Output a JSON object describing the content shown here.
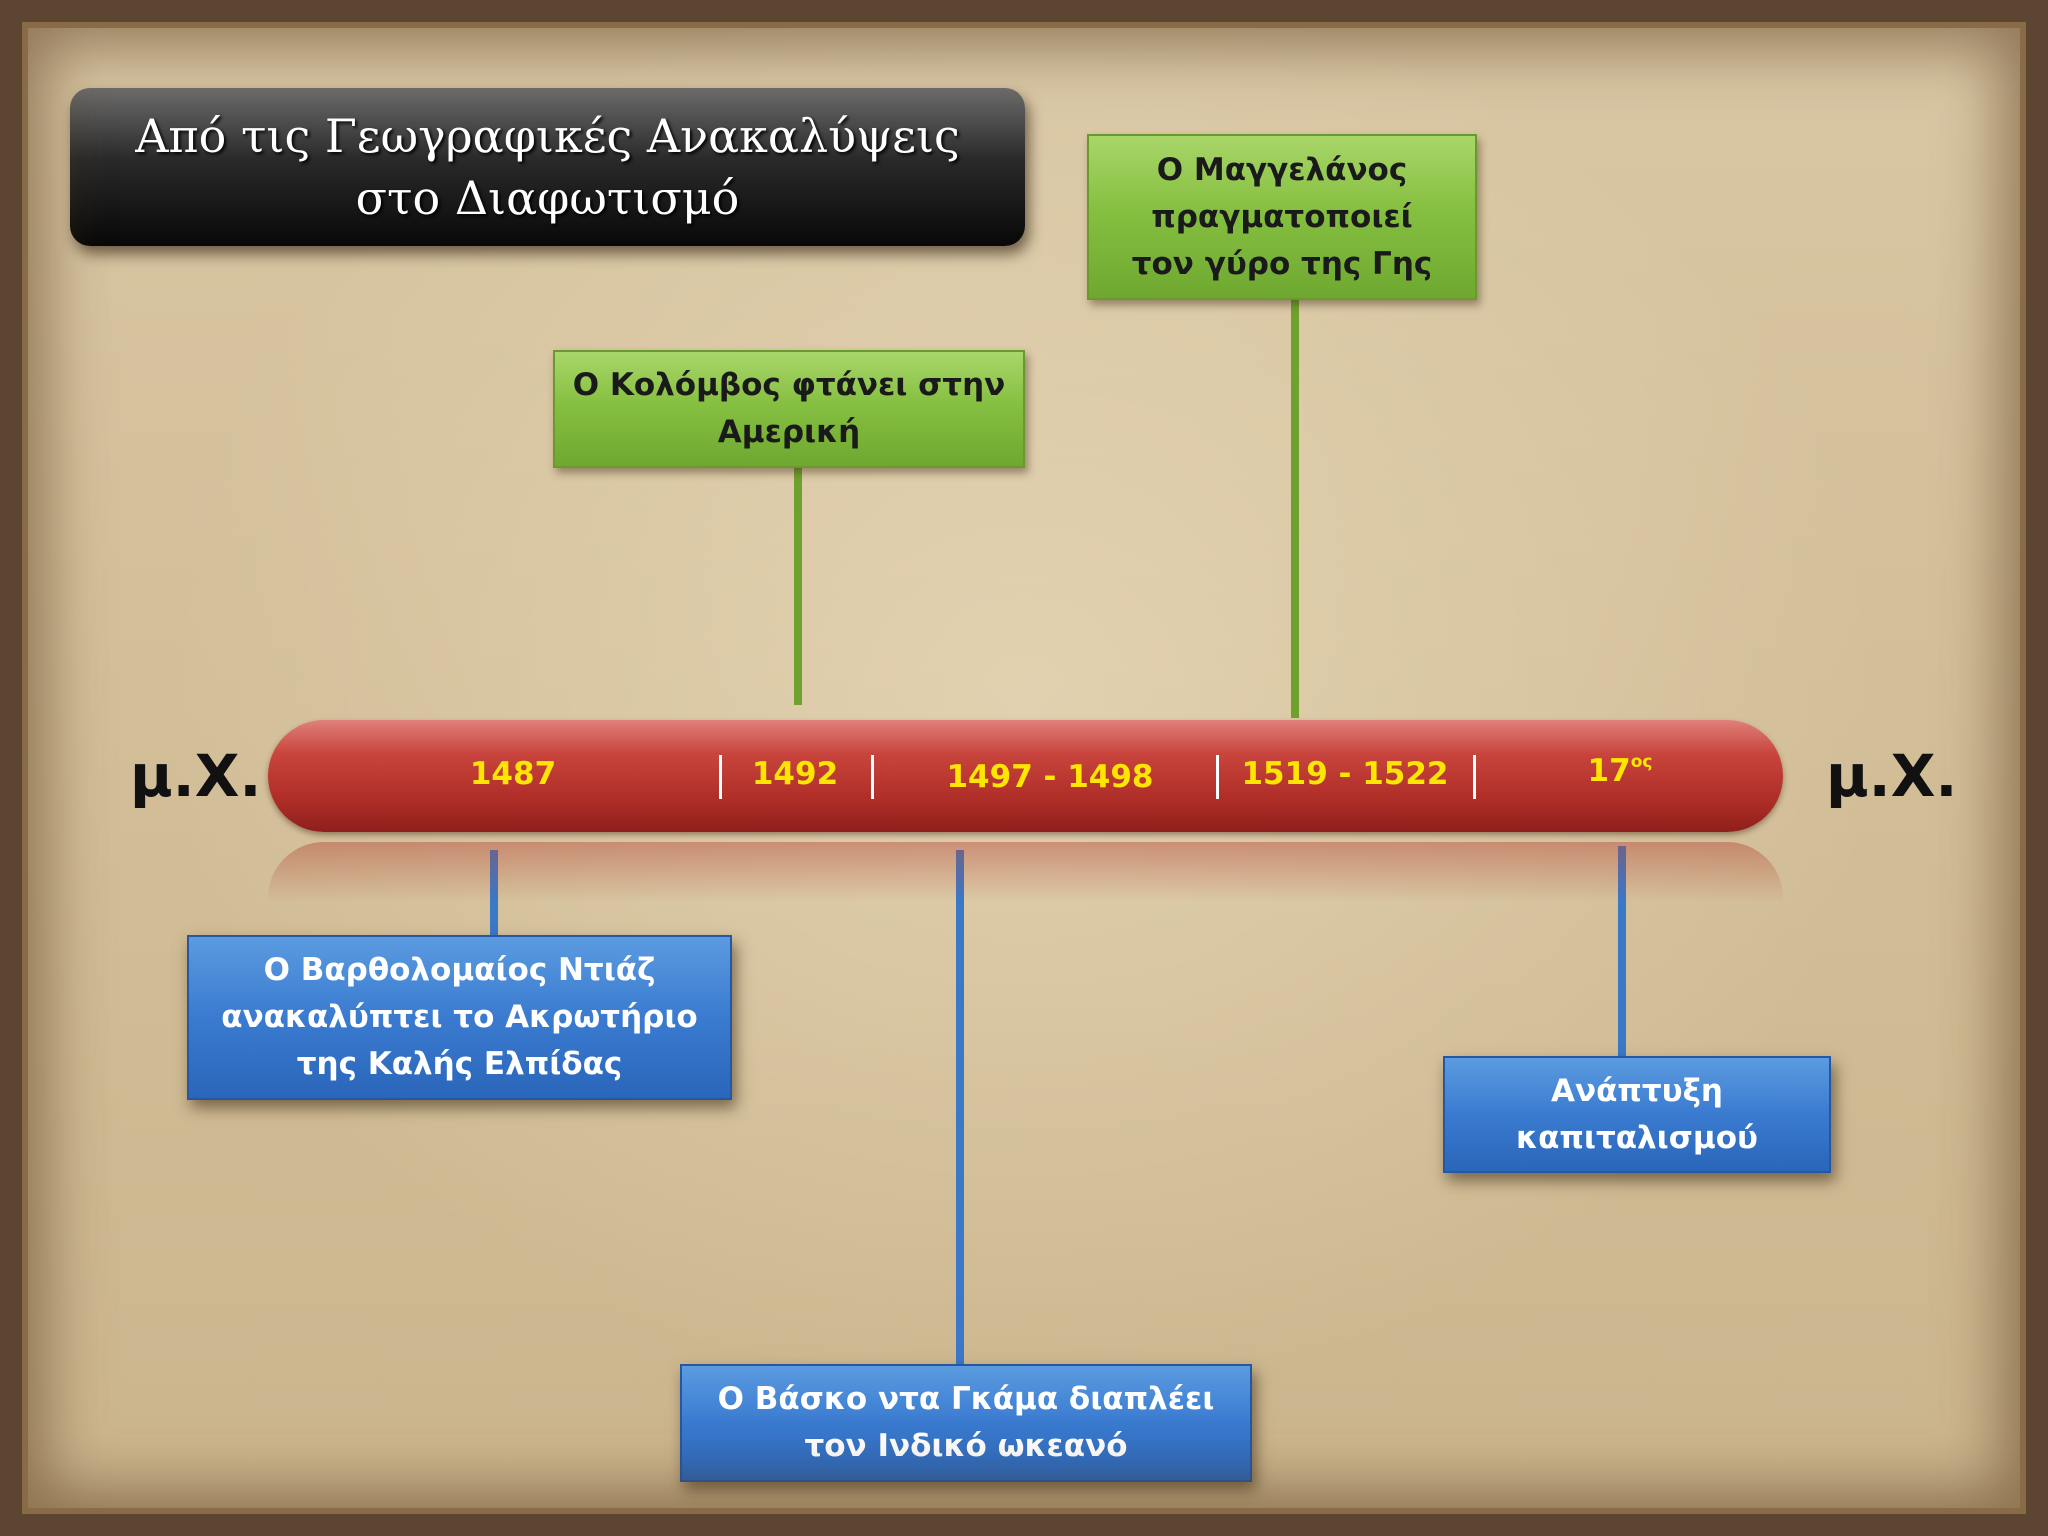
{
  "title": "Από τις Γεωγραφικές Ανακαλύψεις\nστο Διαφωτισμό",
  "era_left": "μ.Χ.",
  "era_right": "μ.Χ.",
  "timeline": {
    "years": [
      {
        "label": "1487"
      },
      {
        "label": "1492"
      },
      {
        "label": "1497 - 1498"
      },
      {
        "label": "1519 - 1522"
      },
      {
        "label": "17",
        "superscript": "ος"
      }
    ]
  },
  "events_above": [
    {
      "text": "Ο Κολόμβος φτάνει στην\nΑμερική",
      "color": "#86c041"
    },
    {
      "text": "Ο Μαγγελάνος\nπραγματοποιεί\nτον γύρο της Γης",
      "color": "#86c041"
    }
  ],
  "events_below": [
    {
      "text": "Ο Βαρθολομαίος Ντιάζ\nανακαλύπτει το Ακρωτήριο\nτης Καλής Ελπίδας",
      "color": "#3a7bd0"
    },
    {
      "text": "Ο Βάσκο ντα Γκάμα διαπλέει\nτον Ινδικό ωκεανό",
      "color": "#3a7bd0"
    },
    {
      "text": "Ανάπτυξη\nκαπιταλισμού",
      "color": "#3a7bd0"
    }
  ],
  "colors": {
    "timeline_bar": "#b02e28",
    "year_text": "#ffe600",
    "background": "#d3bf99"
  }
}
